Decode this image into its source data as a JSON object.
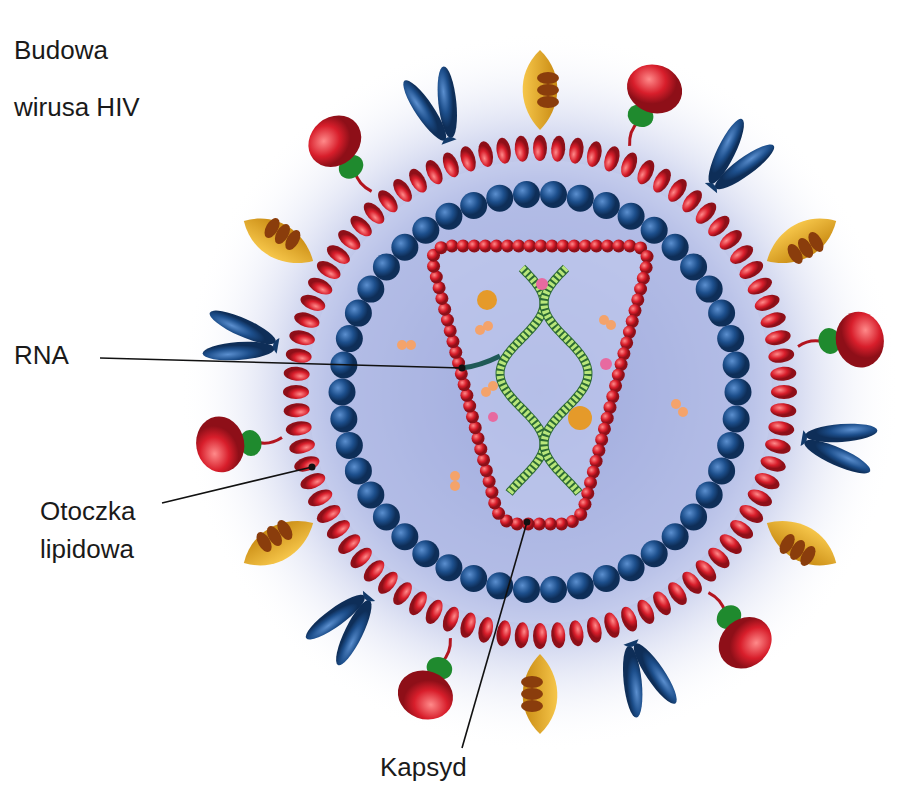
{
  "diagram": {
    "title": "Budowa wirusa HIV",
    "labels": [
      "RNA",
      "Otoczka lipidowa",
      "Kapsyd"
    ]
  }
}
